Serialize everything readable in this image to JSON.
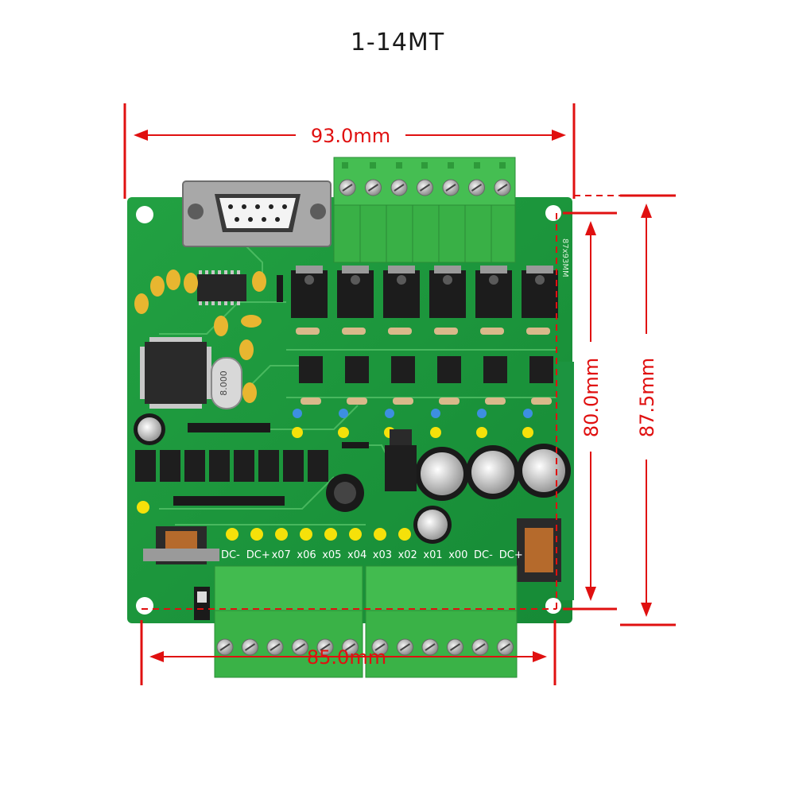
{
  "title": "1-14MT",
  "dimensions": {
    "top_width": "93.0mm",
    "bottom_width": "85.0mm",
    "right_inner": "80.0mm",
    "right_outer": "87.5mm"
  },
  "terminal_labels": [
    "DC-",
    "DC+",
    "x07",
    "x06",
    "x05",
    "x04",
    "x03",
    "x02",
    "x01",
    "x00",
    "DC-",
    "DC+"
  ],
  "silkscreen": {
    "crystal": "8.000",
    "side_text": "87x93MM"
  },
  "colors": {
    "pcb": "#1f9a3e",
    "pcb_dark": "#127a2e",
    "terminal": "#3db84a",
    "dimension": "#e01010",
    "led": "#f5e10a"
  }
}
